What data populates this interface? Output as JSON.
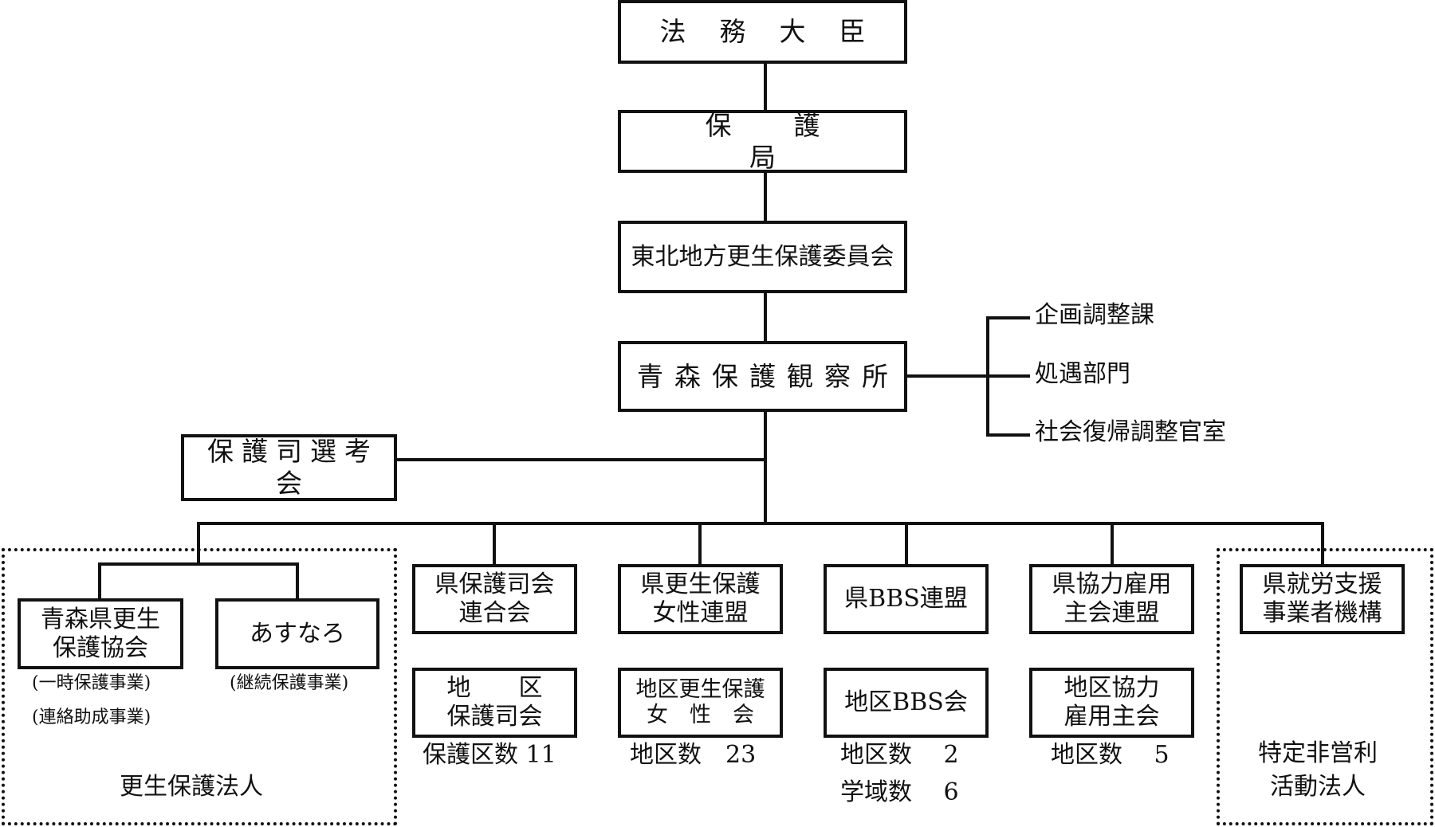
{
  "diagram": {
    "chain": {
      "minister": "法務大臣",
      "bureau": "保護局",
      "regional_board": "東北地方更生保護委員会",
      "office": "青森保護観察所"
    },
    "office_departments": [
      "企画調整課",
      "処遇部門",
      "社会復帰調整官室"
    ],
    "screening_committee": "保護司選考会",
    "rehabilitation_corporations": {
      "group_label": "更生保護法人",
      "members": [
        {
          "name_line1": "青森県更生",
          "name_line2": "保護協会",
          "notes": [
            "(一時保護事業)",
            "(連絡助成事業)"
          ]
        },
        {
          "name_line1": "あすなろ",
          "name_line2": "",
          "notes": [
            "(継続保護事業)"
          ]
        }
      ]
    },
    "columns": [
      {
        "top_line1": "県保護司会",
        "top_line2": "連合会",
        "bottom_line1": "地　　区",
        "bottom_line2": "保護司会",
        "counts": [
          "保護区数 11"
        ]
      },
      {
        "top_line1": "県更生保護",
        "top_line2": "女性連盟",
        "bottom_line1": "地区更生保護",
        "bottom_line2": "女　性　会",
        "counts": [
          "地区数　23"
        ]
      },
      {
        "top_line1": "県BBS連盟",
        "top_line2": "",
        "bottom_line1": "地区BBS会",
        "bottom_line2": "",
        "counts": [
          "地区数　 2",
          "学域数　 6"
        ]
      },
      {
        "top_line1": "県協力雇用",
        "top_line2": "主会連盟",
        "bottom_line1": "地区協力",
        "bottom_line2": "雇用主会",
        "counts": [
          "地区数　 5"
        ]
      }
    ],
    "npo": {
      "group_label_line1": "特定非営利",
      "group_label_line2": "活動法人",
      "member_line1": "県就労支援",
      "member_line2": "事業者機構"
    }
  }
}
